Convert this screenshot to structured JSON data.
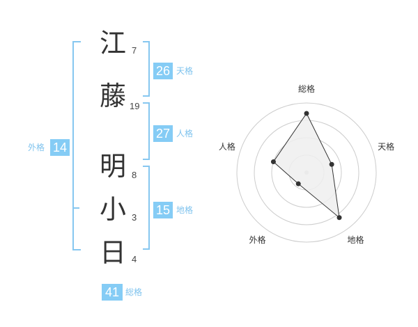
{
  "name": {
    "characters": [
      {
        "char": "江",
        "strokes": "7"
      },
      {
        "char": "藤",
        "strokes": "19"
      },
      {
        "char": "明",
        "strokes": "8"
      },
      {
        "char": "小",
        "strokes": "3"
      },
      {
        "char": "日",
        "strokes": "4"
      }
    ]
  },
  "kakusu": {
    "tenkaku": {
      "value": "26",
      "label": "天格"
    },
    "jinkaku": {
      "value": "27",
      "label": "人格"
    },
    "chikaku": {
      "value": "15",
      "label": "地格"
    },
    "gaikaku": {
      "value": "14",
      "label": "外格"
    },
    "soukaku": {
      "value": "41",
      "label": "総格"
    }
  },
  "colors": {
    "accent": "#85ccf5",
    "bracket": "#86c7f0",
    "radar_fill": "#eeeeee",
    "radar_grid": "#cccccc"
  },
  "chart_data": {
    "type": "radar",
    "axes": [
      "総格",
      "天格",
      "地格",
      "外格",
      "人格"
    ],
    "values": [
      0.85,
      0.38,
      0.8,
      0.2,
      0.5
    ],
    "range": [
      0,
      1
    ],
    "rings": 4,
    "grid": true
  }
}
